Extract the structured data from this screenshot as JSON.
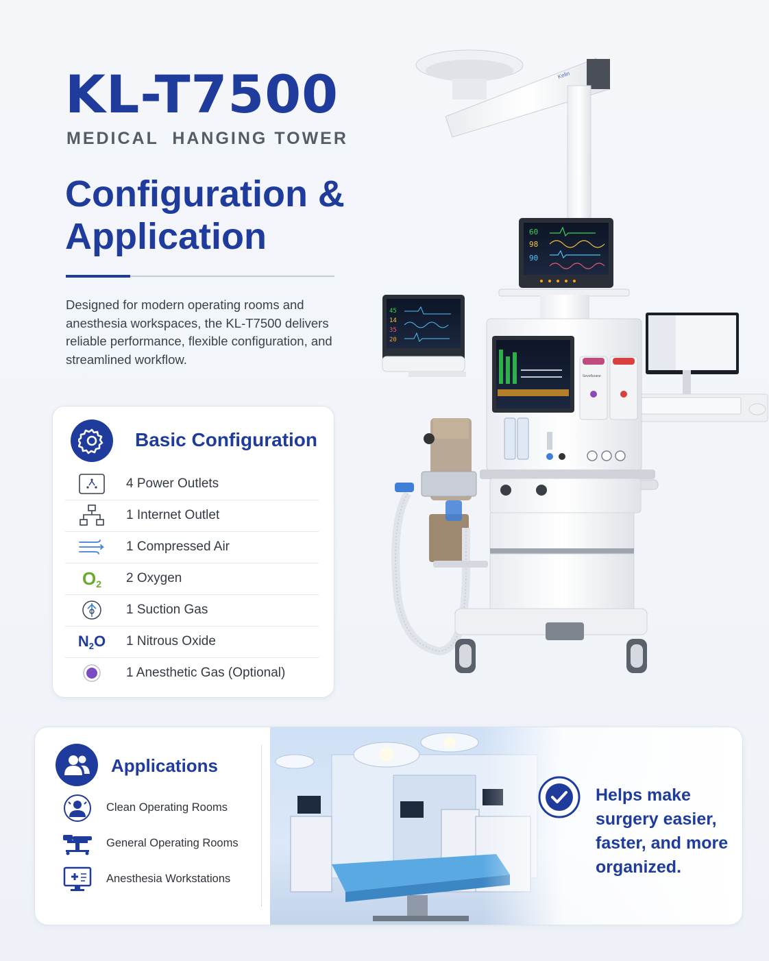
{
  "header": {
    "model": "KL-T7500",
    "subtitle": "MEDICAL  HANGING TOWER",
    "heading_line1": "Configuration &",
    "heading_line2": "Application",
    "description": "Designed for modern operating rooms and anesthesia workspaces, the KL-T7500 delivers reliable performance, flexible configuration, and streamlined workflow."
  },
  "config": {
    "title": "Basic Configuration",
    "items": [
      {
        "label": "4 Power Outlets",
        "icon": "power-outlet-icon"
      },
      {
        "label": "1 Internet Outlet",
        "icon": "network-icon"
      },
      {
        "label": "1 Compressed Air",
        "icon": "air-flow-icon"
      },
      {
        "label": "2 Oxygen",
        "icon": "oxygen-icon",
        "symbol": "O",
        "sub": "2"
      },
      {
        "label": "1 Suction Gas",
        "icon": "suction-icon"
      },
      {
        "label": "1 Nitrous Oxide",
        "icon": "nitrous-oxide-icon",
        "symbol_a": "N",
        "sub": "2",
        "symbol_b": "O"
      },
      {
        "label": "1 Anesthetic Gas (Optional)",
        "icon": "anesthetic-gas-icon"
      }
    ]
  },
  "applications": {
    "title": "Applications",
    "items": [
      {
        "label": "Clean Operating Rooms",
        "icon": "clean-room-icon"
      },
      {
        "label": "General Operating Rooms",
        "icon": "operating-table-icon"
      },
      {
        "label": "Anesthesia Workstations",
        "icon": "monitor-plus-icon"
      }
    ],
    "tagline": "Helps make surgery easier, faster, and more organized."
  },
  "device": {
    "brand": "Kelin",
    "monitor_readings": [
      "60",
      "98",
      "90"
    ],
    "side_monitor_readings": [
      "45",
      "14",
      "35",
      "20"
    ],
    "vaporizer_label": "Sevoflurane"
  },
  "colors": {
    "primary": "#1f3c9c",
    "oxygen_green": "#6aaa2c",
    "anesthetic_purple": "#7b4bc4",
    "air_blue": "#3f7fd8"
  }
}
